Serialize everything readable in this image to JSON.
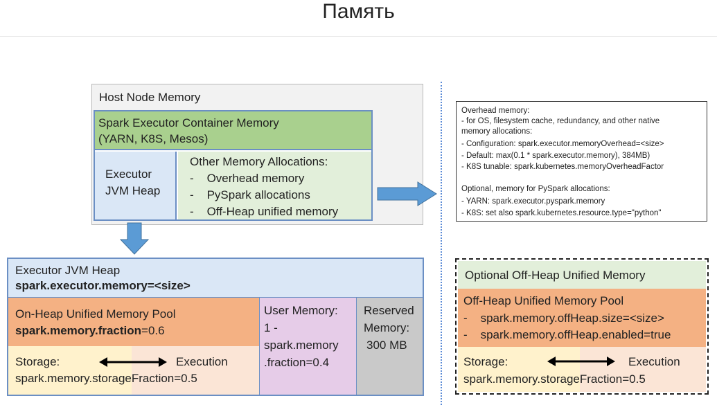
{
  "title": "Память",
  "host": {
    "label": "Host Node Memory",
    "container": {
      "line1": "Spark Executor Container Memory",
      "line2": "(YARN, K8S, Mesos)"
    },
    "executor_heap": {
      "line1": "Executor",
      "line2": "JVM Heap"
    },
    "other": {
      "heading": "Other Memory Allocations:",
      "items": [
        "Overhead memory",
        "PySpark allocations",
        "Off-Heap unified memory"
      ]
    }
  },
  "heap": {
    "title": "Executor JVM Heap",
    "config": "spark.executor.memory=<size>",
    "onheap": {
      "title": "On-Heap Unified Memory Pool",
      "param_bold": "spark.memory.fraction",
      "param_rest": "=0.6"
    },
    "storage_label": "Storage:",
    "storage_config": "spark.memory.storageFraction=0.5",
    "execution_label": "Execution",
    "user_memory": [
      "User Memory:",
      "1 -",
      "spark.memory",
      ".fraction=0.4"
    ],
    "reserved": [
      "Reserved",
      "Memory:",
      "300 MB"
    ]
  },
  "info": {
    "lines": [
      "Overhead memory:",
      "-   for OS, filesystem cache, redundancy, and other native",
      "     memory allocations:",
      "-   Configuration: spark.executor.memoryOverhead=<size>",
      "-   Default: max(0.1 * spark.executor.memory),  384MB)",
      "-   K8S tunable: spark.kubernetes.memoryOverheadFactor",
      "",
      "Optional, memory for PySpark allocations:",
      "-   YARN: spark.executor.pyspark.memory",
      "-   K8S: set also spark.kubernetes.resource.type=\"python\""
    ]
  },
  "offheap": {
    "title": "Optional Off-Heap Unified Memory",
    "pool_title": "Off-Heap Unified Memory Pool",
    "items": [
      "spark.memory.offHeap.size=<size>",
      "spark.memory.offHeap.enabled=true"
    ],
    "storage_label": "Storage:",
    "storage_config": "spark.memory.storageFraction=0.5",
    "execution_label": "Execution"
  },
  "colors": {
    "container_green": "#a9d08e",
    "light_blue": "#dae7f6",
    "light_green": "#e2efda",
    "orange": "#f4b183",
    "arrow_blue": "#5b9bd5"
  }
}
